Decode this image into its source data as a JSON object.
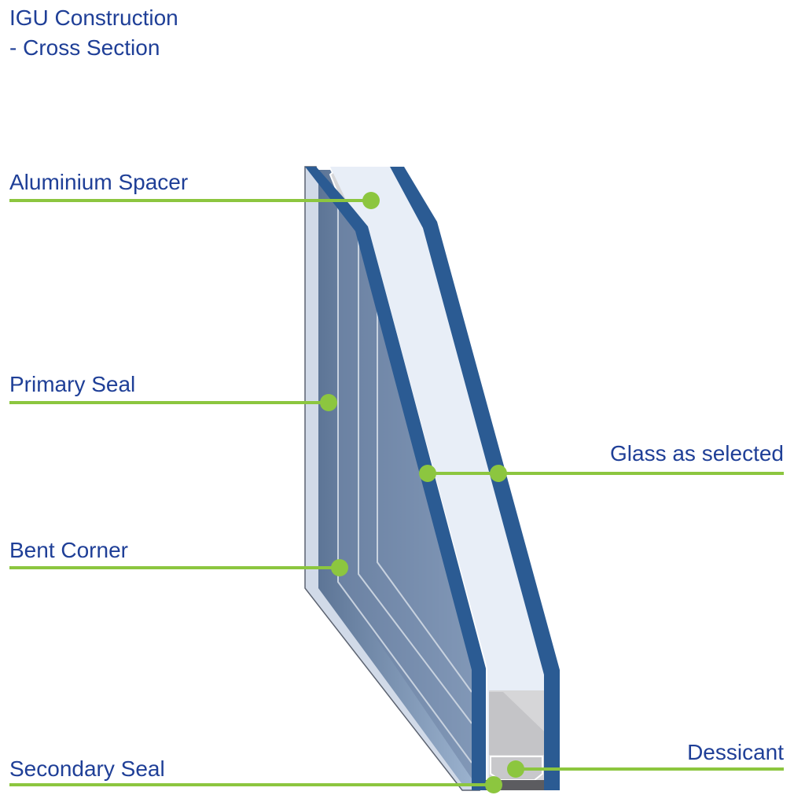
{
  "title": {
    "line1": "IGU Construction",
    "line2": "- Cross Section"
  },
  "labels": {
    "aluminium_spacer": "Aluminium Spacer",
    "primary_seal": "Primary Seal",
    "bent_corner": "Bent Corner",
    "secondary_seal": "Secondary Seal",
    "glass_as_selected": "Glass as selected",
    "dessicant": "Dessicant"
  },
  "colors": {
    "text": "#1f3f97",
    "leader_line": "#8cc63f",
    "glass_edge": "#2b5b93",
    "glass_face": "#e8eef7",
    "cavity": "#8ca6c2",
    "spacer": "#d4d4d6"
  }
}
